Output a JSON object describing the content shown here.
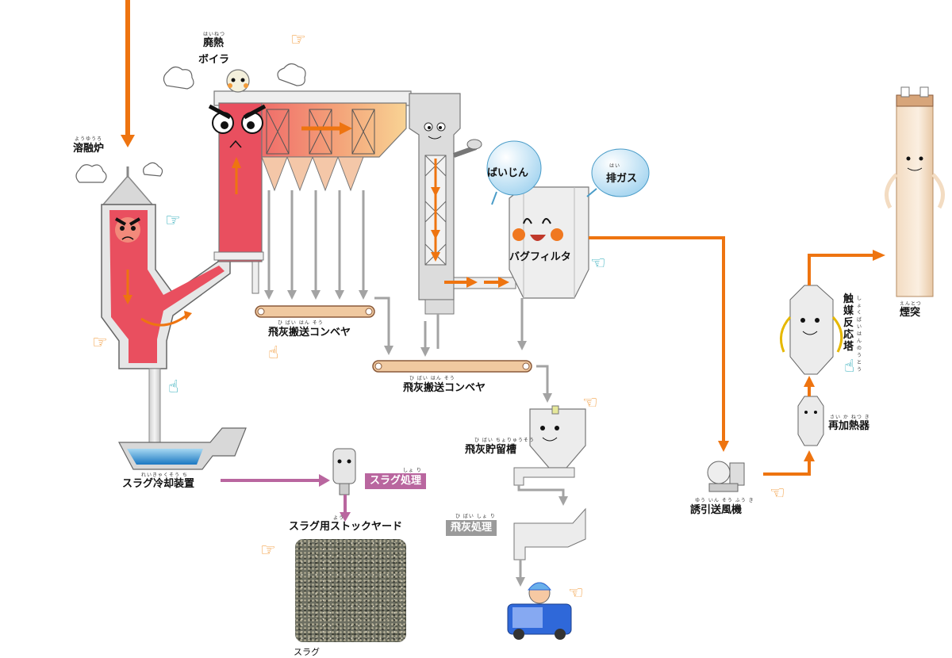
{
  "labels": {
    "melting_furnace": "溶融炉",
    "melting_furnace_ruby": "ようゆうろ",
    "waste_heat": "廃熱",
    "waste_heat_ruby": "はいねつ",
    "boiler": "ボイラ",
    "fly_ash_conveyor_1": "飛灰搬送コンベヤ",
    "fly_ash_conveyor_1_ruby": "ひ ばい はん そう",
    "fly_ash_conveyor_2": "飛灰搬送コンベヤ",
    "fly_ash_conveyor_2_ruby": "ひ ばい はん そう",
    "bag_filter": "バグフィルタ",
    "dust": "ばいじん",
    "exhaust_gas": "排ガス",
    "exhaust_gas_ruby": "はい",
    "slag_cooler": "スラグ冷却装置",
    "slag_cooler_ruby": "れいきゃくそう ち",
    "slag_processing": "スラグ処理",
    "slag_processing_ruby": "しょ り",
    "slag_stockyard": "スラグ用ストックヤード",
    "slag_stockyard_ruby": "よう",
    "slag": "スラグ",
    "fly_ash_silo": "飛灰貯留槽",
    "fly_ash_silo_ruby": "ひ ばい ちょりゅうそう",
    "fly_ash_processing": "飛灰処理",
    "fly_ash_processing_ruby": "ひ ばい しょ り",
    "induced_draft_fan": "誘引送風機",
    "induced_draft_fan_ruby": "ゆう いん そう ふう き",
    "reheater": "再加熱器",
    "reheater_ruby": "さい か ねつ き",
    "catalytic_tower": "触媒反応塔",
    "catalytic_tower_ruby": "しょくばいはんのうとう",
    "stack": "煙突",
    "stack_ruby": "えんとつ"
  },
  "colors": {
    "flow_arrow": "#ee7410",
    "ash_arrow": "#a3a3a3",
    "slag_arrow": "#b9669f",
    "hot_section": "#e94f5f",
    "pointer_orange": "#f08c1e",
    "pointer_cyan": "#19a3b3",
    "slag_tag": "#b9669f",
    "ash_tag": "#9a9a9a"
  },
  "icons": {
    "pointer": "hand-pointer-icon"
  }
}
